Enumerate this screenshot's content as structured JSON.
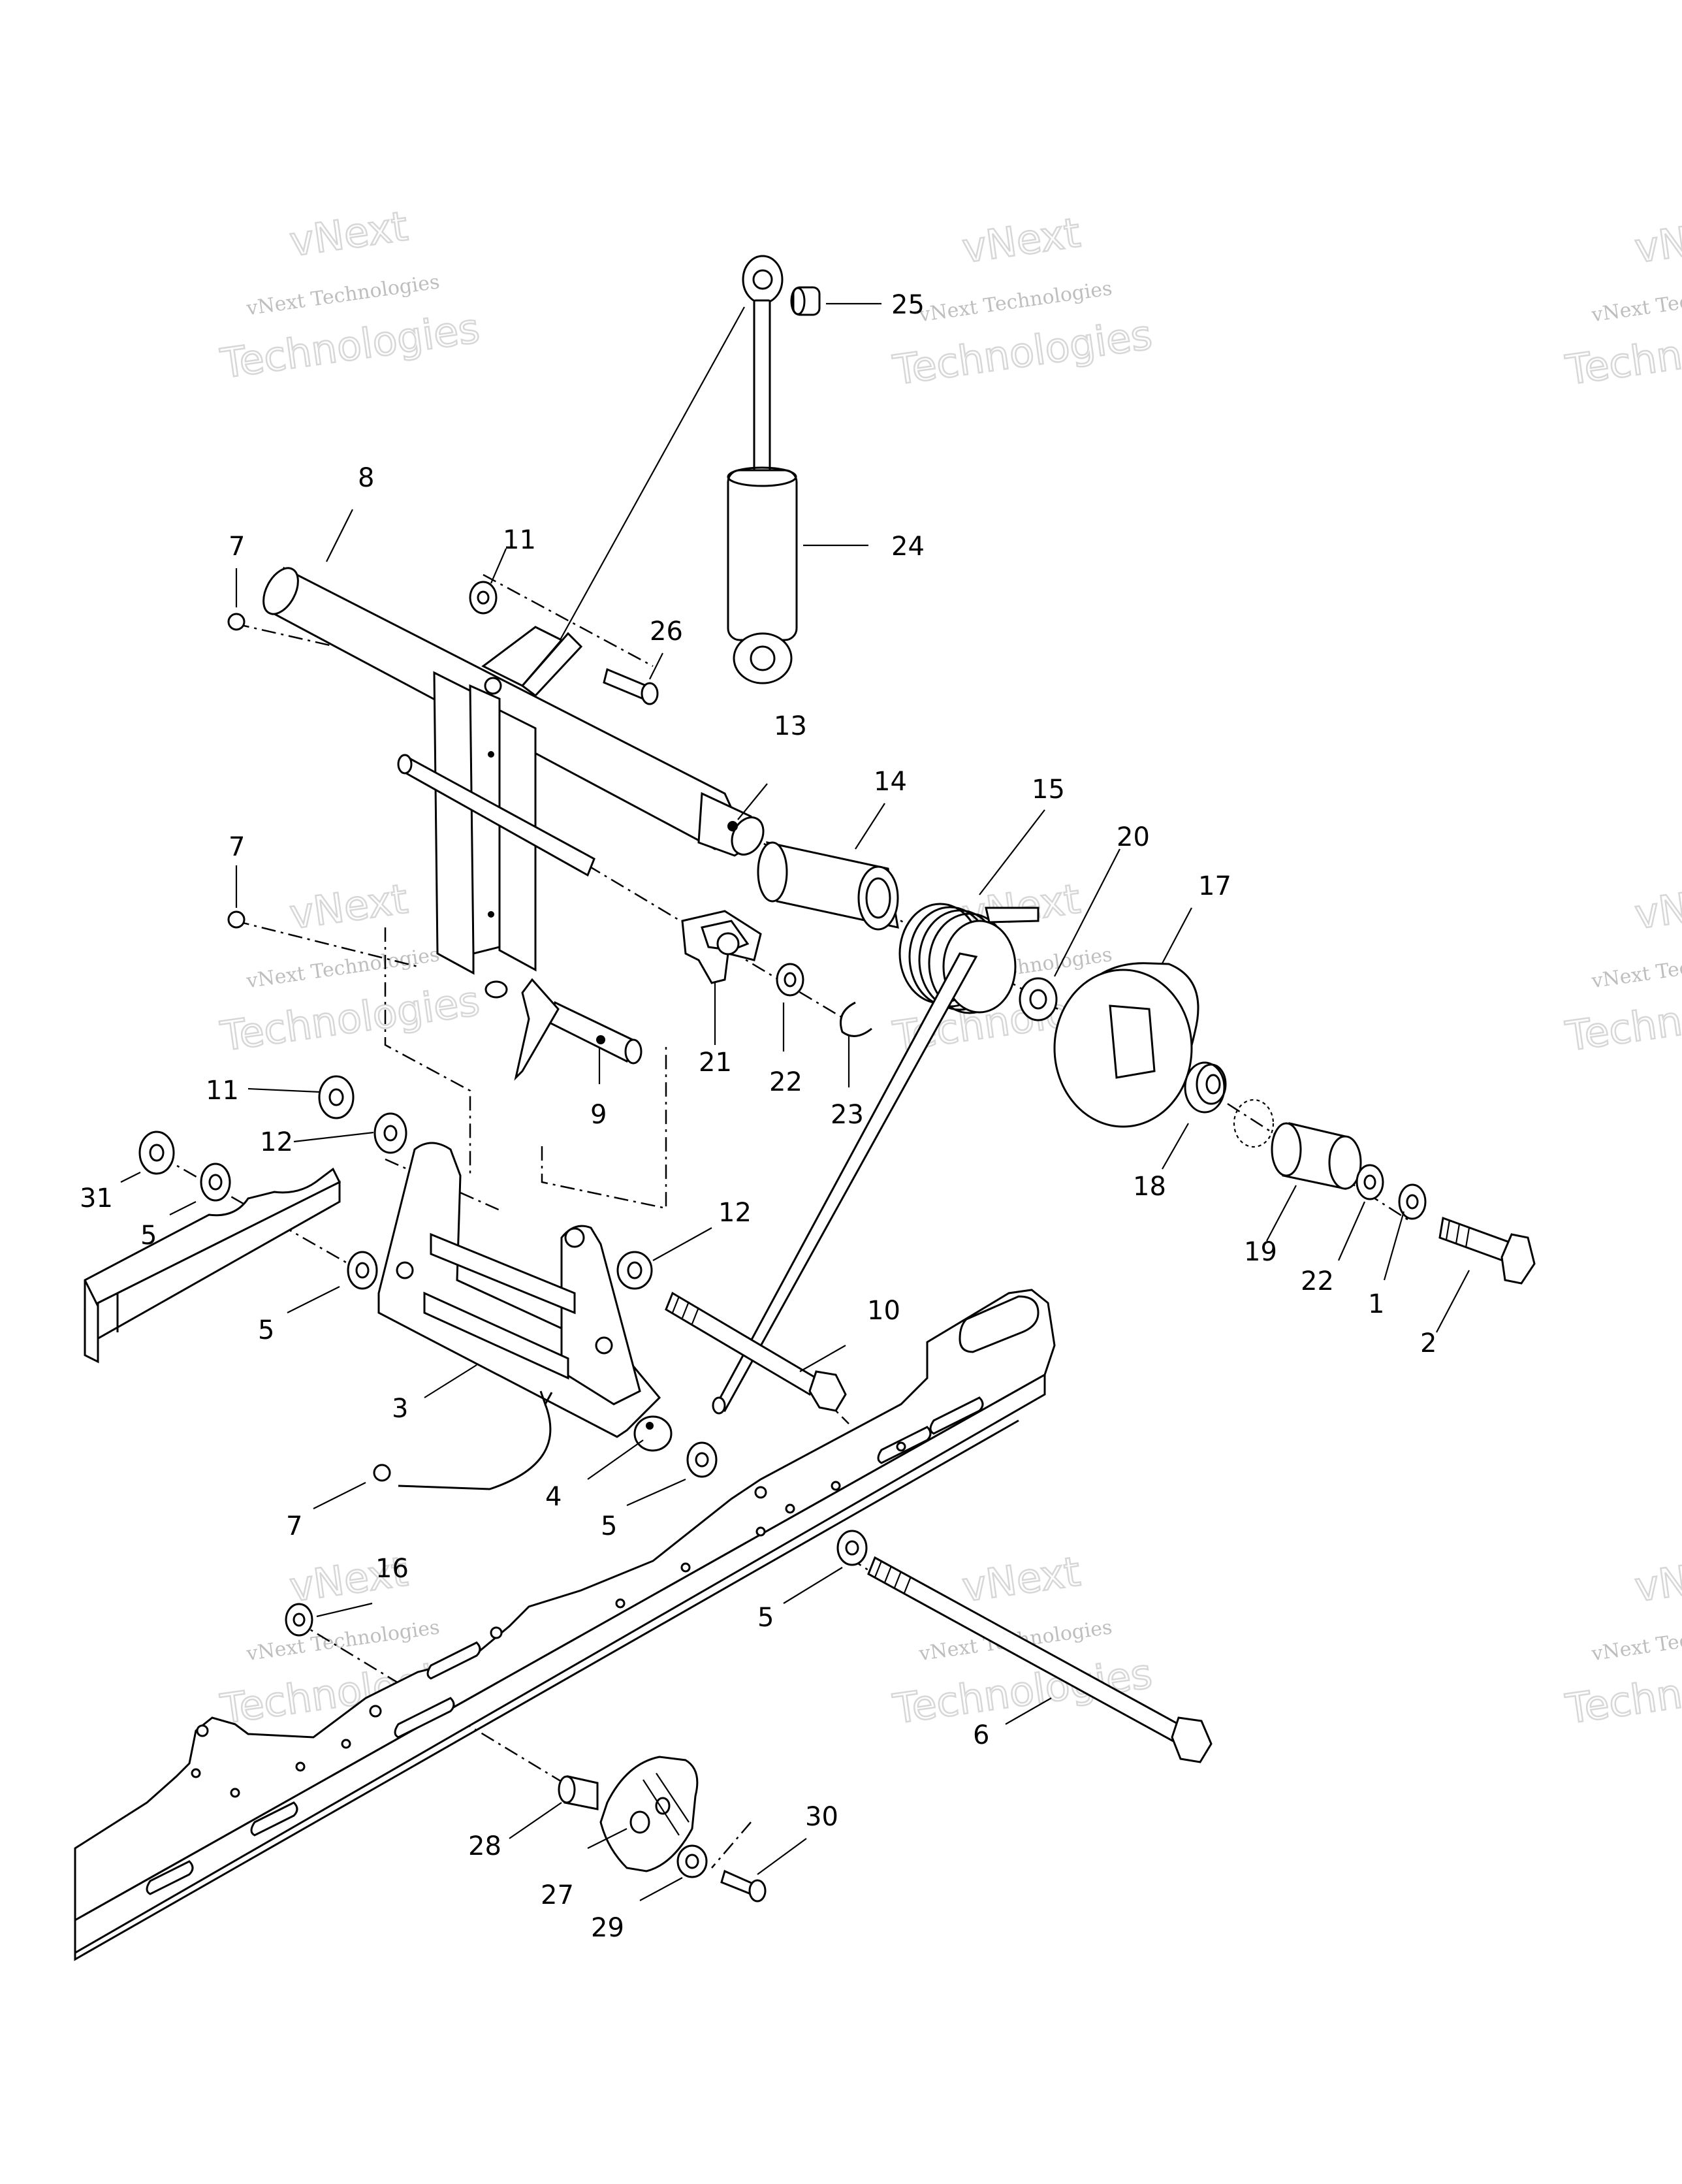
{
  "watermark": {
    "small_text": "vNext Technologies",
    "big_text": "Technologies",
    "top_text": "vNext"
  },
  "callouts": [
    {
      "id": "c1",
      "label": "1"
    },
    {
      "id": "c2",
      "label": "2"
    },
    {
      "id": "c3",
      "label": "3"
    },
    {
      "id": "c4",
      "label": "4"
    },
    {
      "id": "c5a",
      "label": "5"
    },
    {
      "id": "c5b",
      "label": "5"
    },
    {
      "id": "c5c",
      "label": "5"
    },
    {
      "id": "c5d",
      "label": "5"
    },
    {
      "id": "c6",
      "label": "6"
    },
    {
      "id": "c7a",
      "label": "7"
    },
    {
      "id": "c7b",
      "label": "7"
    },
    {
      "id": "c7c",
      "label": "7"
    },
    {
      "id": "c8",
      "label": "8"
    },
    {
      "id": "c9",
      "label": "9"
    },
    {
      "id": "c10",
      "label": "10"
    },
    {
      "id": "c11a",
      "label": "11"
    },
    {
      "id": "c11b",
      "label": "11"
    },
    {
      "id": "c12a",
      "label": "12"
    },
    {
      "id": "c12b",
      "label": "12"
    },
    {
      "id": "c13",
      "label": "13"
    },
    {
      "id": "c14",
      "label": "14"
    },
    {
      "id": "c15",
      "label": "15"
    },
    {
      "id": "c16",
      "label": "16"
    },
    {
      "id": "c17",
      "label": "17"
    },
    {
      "id": "c18",
      "label": "18"
    },
    {
      "id": "c19",
      "label": "19"
    },
    {
      "id": "c20",
      "label": "20"
    },
    {
      "id": "c21",
      "label": "21"
    },
    {
      "id": "c22a",
      "label": "22"
    },
    {
      "id": "c22b",
      "label": "22"
    },
    {
      "id": "c23",
      "label": "23"
    },
    {
      "id": "c24",
      "label": "24"
    },
    {
      "id": "c25",
      "label": "25"
    },
    {
      "id": "c26",
      "label": "26"
    },
    {
      "id": "c27",
      "label": "27"
    },
    {
      "id": "c28",
      "label": "28"
    },
    {
      "id": "c29",
      "label": "29"
    },
    {
      "id": "c30",
      "label": "30"
    },
    {
      "id": "c31",
      "label": "31"
    }
  ]
}
